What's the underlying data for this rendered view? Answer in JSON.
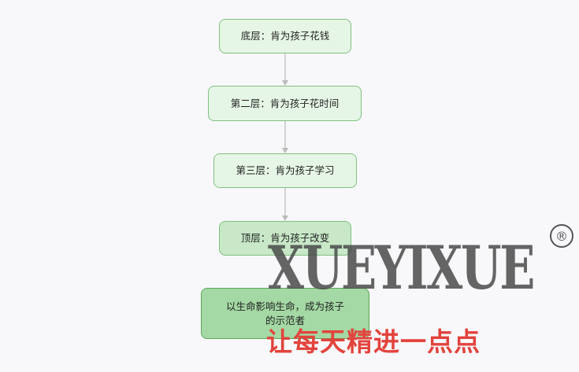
{
  "diagram": {
    "nodes": [
      {
        "id": "n1",
        "label": "底层：肯为孩子花钱"
      },
      {
        "id": "n2",
        "label": "第二层：肯为孩子花时间"
      },
      {
        "id": "n3",
        "label": "第三层：肯为孩子学习"
      },
      {
        "id": "n4",
        "label": "顶层：肯为孩子改变"
      },
      {
        "id": "n5",
        "label": "以生命影响生命，成为孩子的示范者"
      }
    ],
    "edges": [
      {
        "from": "n1",
        "to": "n2"
      },
      {
        "from": "n2",
        "to": "n3"
      },
      {
        "from": "n3",
        "to": "n4"
      }
    ],
    "colors": {
      "node_light": "#e6f6e6",
      "node_medium": "#c8e8c8",
      "node_dark": "#a4d8a4",
      "node_border": "#7fc07f",
      "edge": "#bbbbbb"
    }
  },
  "watermark": {
    "brand": "XUEYIXUE",
    "registered": "®",
    "slogan": "让每天精进一点点",
    "slogan_color": "#e2433c"
  }
}
